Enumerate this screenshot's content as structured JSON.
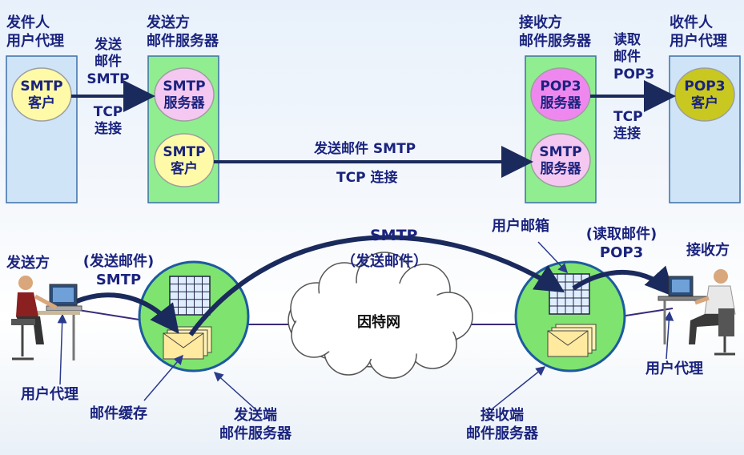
{
  "top": {
    "sender_ua_title": "发件人\n用户代理",
    "sender_server_title": "发送方\n邮件服务器",
    "recv_server_title": "接收方\n邮件服务器",
    "recv_ua_title": "收件人\n用户代理",
    "sender_ua_client": "SMTP\n客户",
    "sender_server_smtp_server": "SMTP\n服务器",
    "sender_server_smtp_client": "SMTP\n客户",
    "recv_server_pop3_server": "POP3\n服务器",
    "recv_server_smtp_server": "SMTP\n服务器",
    "recv_ua_pop3_client": "POP3\n客户",
    "link1_top": "发送\n邮件\nSMTP",
    "link1_bottom": "TCP\n连接",
    "link2_top": "发送邮件 SMTP",
    "link2_bottom": "TCP 连接",
    "link3_top": "读取\n邮件\nPOP3",
    "link3_bottom": "TCP\n连接"
  },
  "bottom": {
    "sender_label": "发送方",
    "send_mail_smtp": "(发送邮件)\nSMTP",
    "smtp_arc": "SMTP",
    "smtp_arc_sub": "（发送邮件）",
    "mailbox": "用户邮箱",
    "read_mail_pop3": "(读取邮件)\nPOP3",
    "receiver_label": "接收方",
    "internet": "因特网",
    "user_agent_left": "用户代理",
    "mail_cache": "邮件缓存",
    "send_server": "发送端\n邮件服务器",
    "recv_server": "接收端\n邮件服务器",
    "user_agent_right": "用户代理"
  },
  "colors": {
    "text_blue": "#1a237e",
    "box_blue": "#cfe4f7",
    "box_green": "#90ee90",
    "client_yellow": "#fffaa8",
    "server_pink": "#f4c8f0",
    "pop3_magenta": "#ee88ee",
    "pop3_olive": "#c8c820",
    "arrow_navy": "#1b2a5c",
    "node_green": "#7fe36f"
  }
}
